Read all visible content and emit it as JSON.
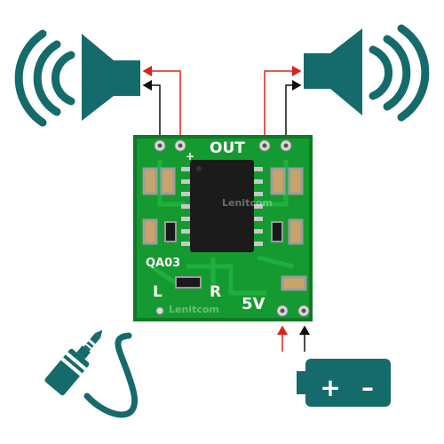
{
  "board": {
    "output_label": "OUT",
    "model_label": "QA03",
    "left_channel_label": "L",
    "right_channel_label": "R",
    "power_label": "5V",
    "plus_mark": "+",
    "watermark": "Lenitcom"
  },
  "battery": {
    "plus": "+",
    "minus": "–"
  },
  "colors": {
    "icon_teal": "#156b6b",
    "pcb_green": "#128a2c",
    "wire_red": "#e0201c",
    "wire_black": "#111111"
  },
  "icons": {
    "left_speaker": "speaker-left-icon",
    "right_speaker": "speaker-right-icon",
    "audio_jack": "audio-jack-icon",
    "battery": "battery-icon"
  }
}
